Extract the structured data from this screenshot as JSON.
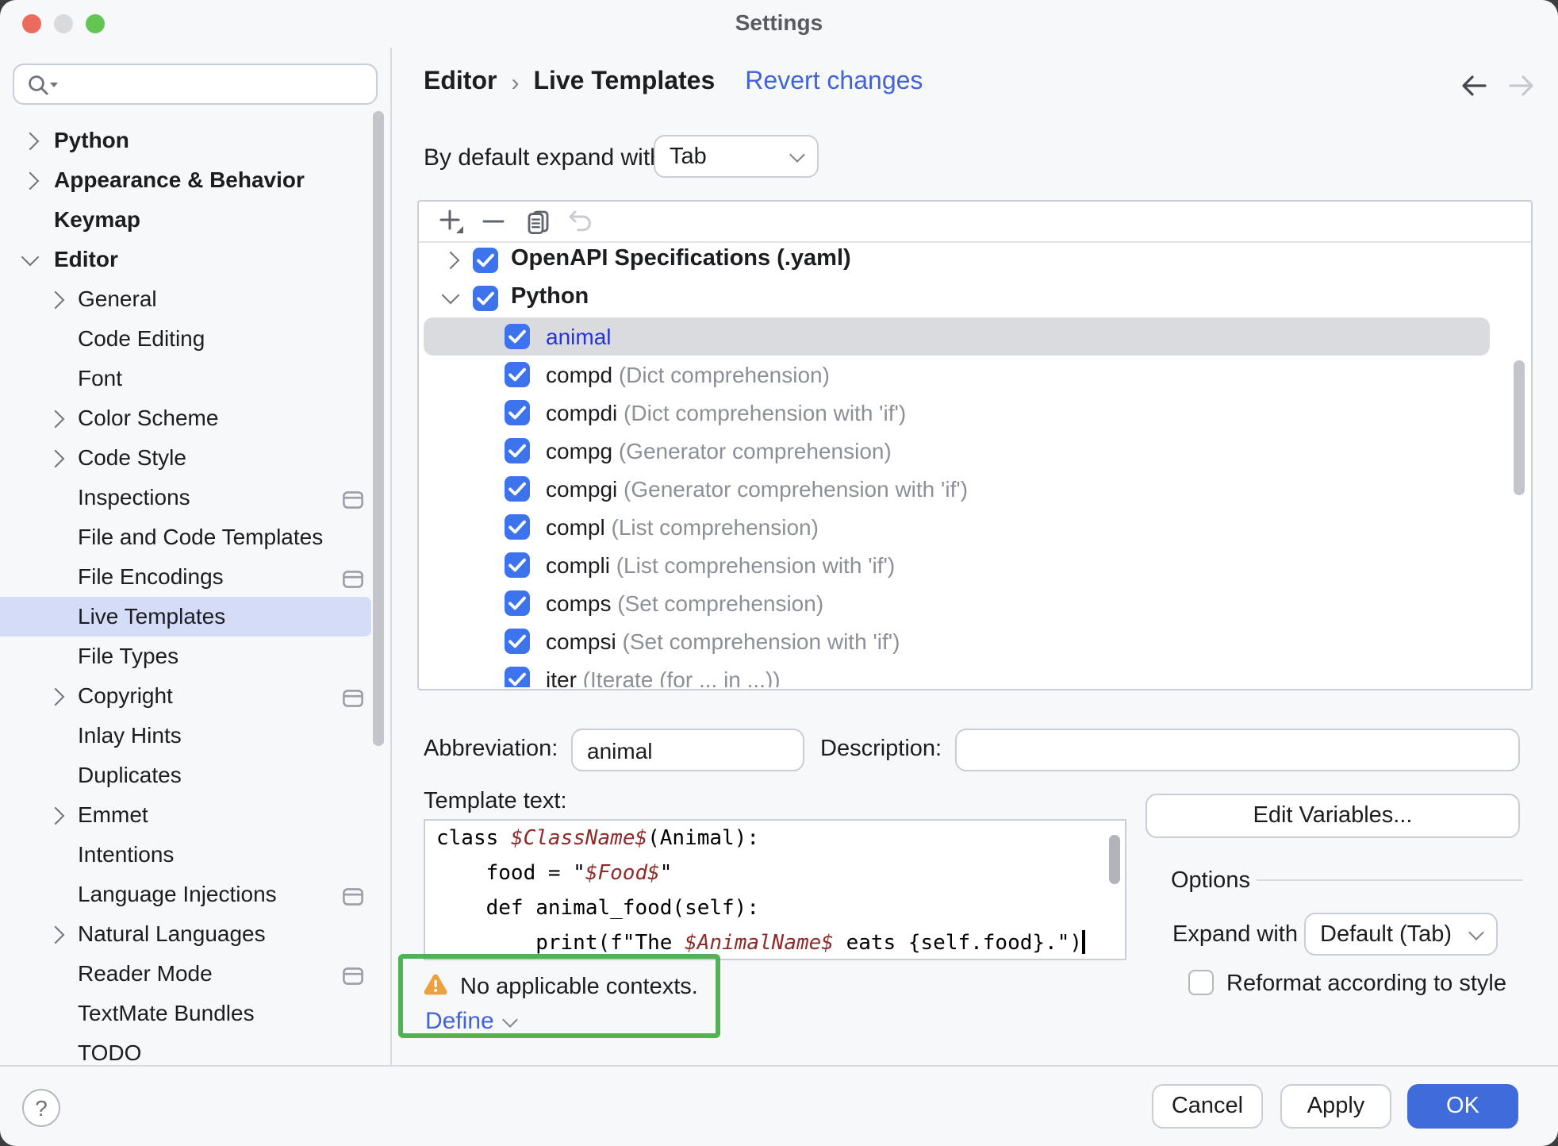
{
  "colors": {
    "bg": "#f7f8fa",
    "border": "#c9cdd6",
    "divider": "#d8dae0",
    "text": "#1b1d21",
    "muted": "#8c8f98",
    "accent": "#3d74ed",
    "ok": "#3f6bdb",
    "link": "#4263d8",
    "animal": "#2433e0",
    "list_sel": "#dadbdf",
    "sidebar_sel": "#d5dcf8",
    "green": "#53b153",
    "amber": "#eca13d",
    "maroon": "#8f2b28",
    "icon": "#5f636e",
    "icon_disabled": "#c9cbd2",
    "thumb": "#c3c5cb",
    "mac_red": "#ed6a5f",
    "mac_gray": "#dadade",
    "mac_green": "#62c554"
  },
  "window": {
    "title": "Settings"
  },
  "sidebar": {
    "search_placeholder": "",
    "items": [
      {
        "label": "Python",
        "level": 0,
        "bold": true,
        "chevron": "right"
      },
      {
        "label": "Appearance & Behavior",
        "level": 0,
        "bold": true,
        "chevron": "right"
      },
      {
        "label": "Keymap",
        "level": 0,
        "bold": true
      },
      {
        "label": "Editor",
        "level": 0,
        "bold": true,
        "chevron": "down"
      },
      {
        "label": "General",
        "level": 1,
        "chevron": "right"
      },
      {
        "label": "Code Editing",
        "level": 1
      },
      {
        "label": "Font",
        "level": 1
      },
      {
        "label": "Color Scheme",
        "level": 1,
        "chevron": "right"
      },
      {
        "label": "Code Style",
        "level": 1,
        "chevron": "right"
      },
      {
        "label": "Inspections",
        "level": 1,
        "modified": true
      },
      {
        "label": "File and Code Templates",
        "level": 1
      },
      {
        "label": "File Encodings",
        "level": 1,
        "modified": true
      },
      {
        "label": "Live Templates",
        "level": 1,
        "selected": true
      },
      {
        "label": "File Types",
        "level": 1
      },
      {
        "label": "Copyright",
        "level": 1,
        "chevron": "right",
        "modified": true
      },
      {
        "label": "Inlay Hints",
        "level": 1
      },
      {
        "label": "Duplicates",
        "level": 1
      },
      {
        "label": "Emmet",
        "level": 1,
        "chevron": "right"
      },
      {
        "label": "Intentions",
        "level": 1
      },
      {
        "label": "Language Injections",
        "level": 1,
        "modified": true
      },
      {
        "label": "Natural Languages",
        "level": 1,
        "chevron": "right"
      },
      {
        "label": "Reader Mode",
        "level": 1,
        "modified": true
      },
      {
        "label": "TextMate Bundles",
        "level": 1
      },
      {
        "label": "TODO",
        "level": 1
      }
    ]
  },
  "header": {
    "breadcrumb": {
      "section": "Editor",
      "page": "Live Templates"
    },
    "separator": "›",
    "revert_label": "Revert changes"
  },
  "expand_default": {
    "label": "By default expand with",
    "value": "Tab"
  },
  "template_list": {
    "rows": [
      {
        "type": "group",
        "label": "OpenAPI Specifications (.yaml)",
        "chevron": "right",
        "checked": true
      },
      {
        "type": "group",
        "label": "Python",
        "chevron": "down",
        "checked": true
      },
      {
        "type": "item",
        "name": "animal",
        "desc": "",
        "checked": true,
        "selected": true
      },
      {
        "type": "item",
        "name": "compd",
        "desc": "(Dict comprehension)",
        "checked": true
      },
      {
        "type": "item",
        "name": "compdi",
        "desc": "(Dict comprehension with 'if')",
        "checked": true
      },
      {
        "type": "item",
        "name": "compg",
        "desc": "(Generator comprehension)",
        "checked": true
      },
      {
        "type": "item",
        "name": "compgi",
        "desc": "(Generator comprehension with 'if')",
        "checked": true
      },
      {
        "type": "item",
        "name": "compl",
        "desc": "(List comprehension)",
        "checked": true
      },
      {
        "type": "item",
        "name": "compli",
        "desc": "(List comprehension with 'if')",
        "checked": true
      },
      {
        "type": "item",
        "name": "comps",
        "desc": "(Set comprehension)",
        "checked": true
      },
      {
        "type": "item",
        "name": "compsi",
        "desc": "(Set comprehension with 'if')",
        "checked": true
      },
      {
        "type": "item",
        "name": "iter",
        "desc": "(Iterate (for ... in ...))",
        "checked": true
      }
    ]
  },
  "fields": {
    "abbreviation_label": "Abbreviation:",
    "abbreviation_value": "animal",
    "description_label": "Description:",
    "description_value": "",
    "template_text_label": "Template text:"
  },
  "code": {
    "lines": [
      [
        {
          "t": "class "
        },
        {
          "t": "$ClassName$",
          "v": true
        },
        {
          "t": "(Animal):"
        }
      ],
      [
        {
          "t": "    food = \""
        },
        {
          "t": "$Food$",
          "v": true
        },
        {
          "t": "\""
        }
      ],
      [
        {
          "t": "    def animal_food(self):"
        }
      ],
      [
        {
          "t": "        print(f\"The "
        },
        {
          "t": "$AnimalName$",
          "v": true
        },
        {
          "t": " eats {self.food}.\")"
        },
        {
          "cursor": true
        }
      ]
    ]
  },
  "options": {
    "title": "Options",
    "expand_with_label": "Expand with",
    "expand_with_value": "Default (Tab)",
    "reformat_label": "Reformat according to style"
  },
  "warning": {
    "message": "No applicable contexts.",
    "define_label": "Define"
  },
  "actions": {
    "edit_variables": "Edit Variables...",
    "cancel": "Cancel",
    "apply": "Apply",
    "ok": "OK",
    "help": "?"
  }
}
